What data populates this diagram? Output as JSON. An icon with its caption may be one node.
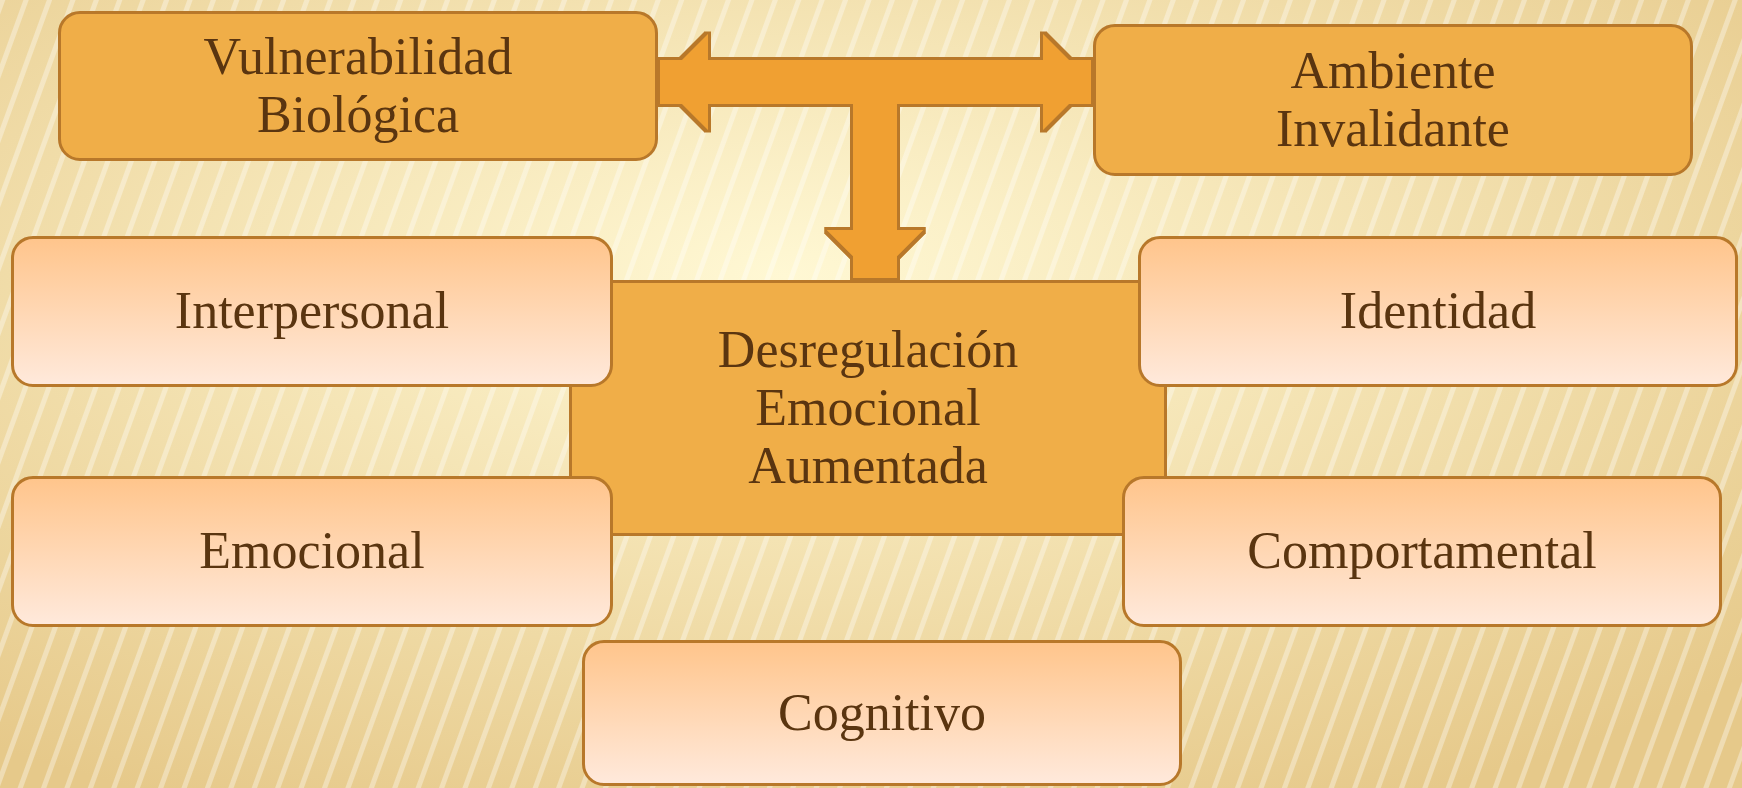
{
  "diagram": {
    "nodes": [
      {
        "text": [
          "Vulnerabilidad Biológica"
        ]
      },
      {
        "text": [
          "Ambiente Invalidante"
        ]
      },
      {
        "text": [
          "Interpersonal"
        ]
      },
      {
        "text": [
          "Desregulación Emocional Aumentada"
        ]
      },
      {
        "text": [
          "Identidad"
        ]
      },
      {
        "text": [
          "Emocional"
        ]
      },
      {
        "text": [
          "Comportamental"
        ]
      },
      {
        "text": [
          "Cognitivo"
        ]
      }
    ],
    "edges": [
      {
        "from": 0,
        "to": 3,
        "arrow": "both"
      },
      {
        "from": 1,
        "to": 3,
        "arrow": "both"
      }
    ]
  }
}
